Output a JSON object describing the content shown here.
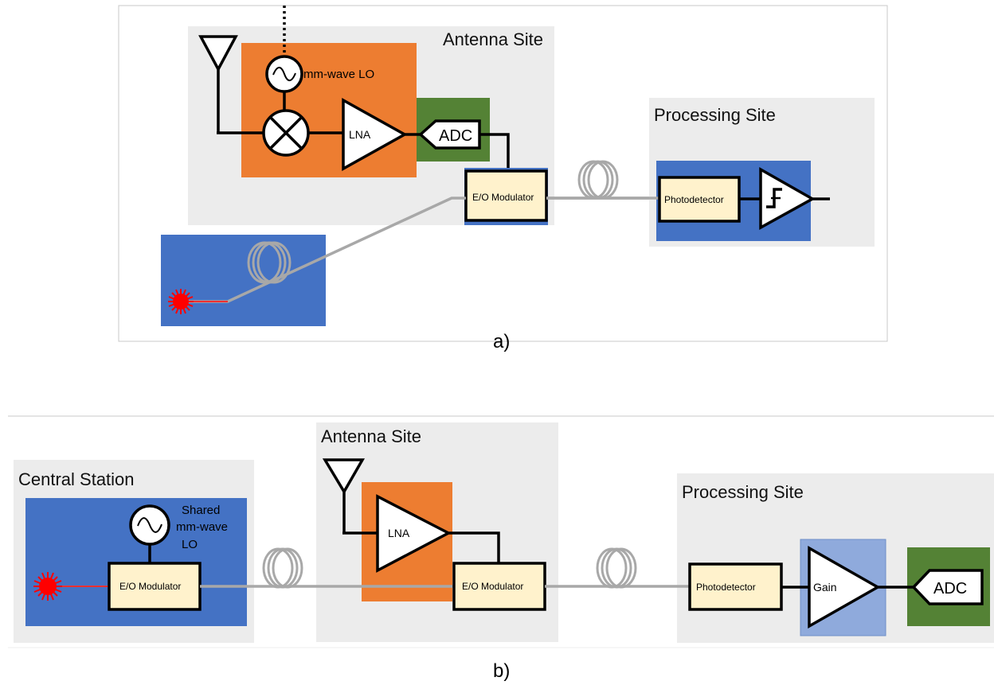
{
  "panel_a": {
    "caption": "a)",
    "antenna_site": {
      "label": "Antenna Site",
      "lo_label": "mm-wave LO",
      "lna_label": "LNA",
      "adc_label": "ADC",
      "modulator_label": "E/O Modulator"
    },
    "processing_site": {
      "label": "Processing Site",
      "photodetector_label": "Photodetector"
    }
  },
  "panel_b": {
    "caption": "b)",
    "central_station": {
      "label": "Central Station",
      "lo_label_lines": [
        "Shared",
        "mm-wave",
        "LO"
      ],
      "modulator_label": "E/O Modulator"
    },
    "antenna_site": {
      "label": "Antenna Site",
      "lna_label": "LNA",
      "modulator_label": "E/O Modulator"
    },
    "processing_site": {
      "label": "Processing Site",
      "photodetector_label": "Photodetector",
      "gain_label": "Gain",
      "adc_label": "ADC"
    }
  },
  "colors": {
    "site_bg": "#ececec",
    "orange": "#ed7d31",
    "blue": "#4472c4",
    "light_blue": "#8faadc",
    "green": "#548235",
    "cream": "#fff2cc",
    "fiber": "#a8a8a8",
    "laser": "#ff0000"
  }
}
